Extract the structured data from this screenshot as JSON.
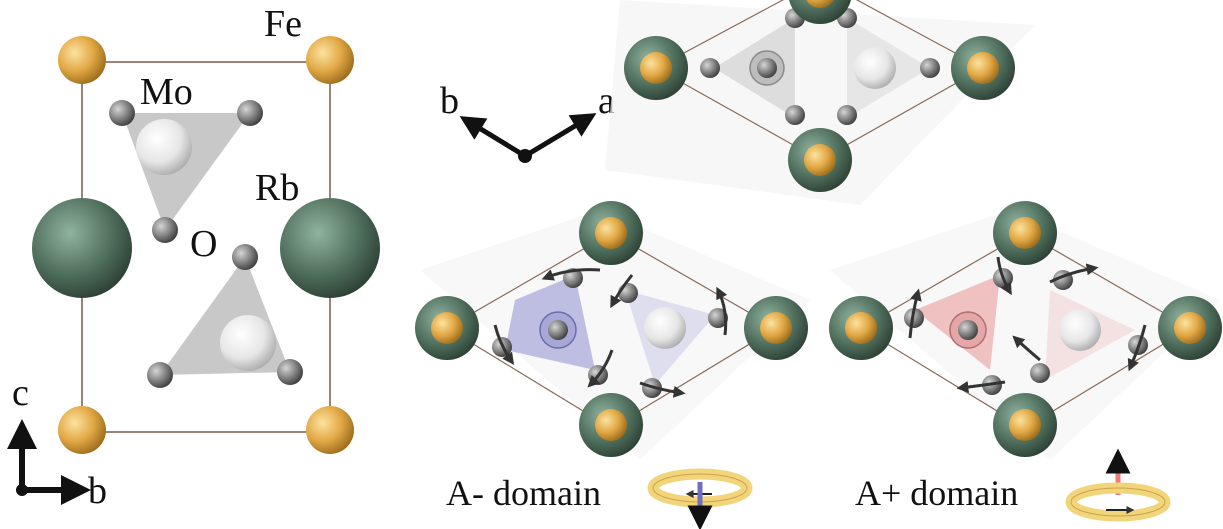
{
  "panel_left": {
    "labels": {
      "fe": "Fe",
      "mo": "Mo",
      "rb": "Rb",
      "o": "O"
    },
    "axes": {
      "vertical": "c",
      "horizontal": "b"
    }
  },
  "axes_top": {
    "left": "b",
    "right": "a"
  },
  "domains": [
    {
      "label": "A- domain",
      "arrow_color": "#6f6fbf",
      "tint": "#7777c8"
    },
    {
      "label": "A+ domain",
      "arrow_color": "#ee7a7a",
      "tint": "#e88a8a"
    }
  ],
  "colors": {
    "fe": "#e2a845",
    "rb": "#4f6e5c",
    "o": "#7a7a7a",
    "mo": "#e8e8e8",
    "toroid": "#f2d47a"
  }
}
